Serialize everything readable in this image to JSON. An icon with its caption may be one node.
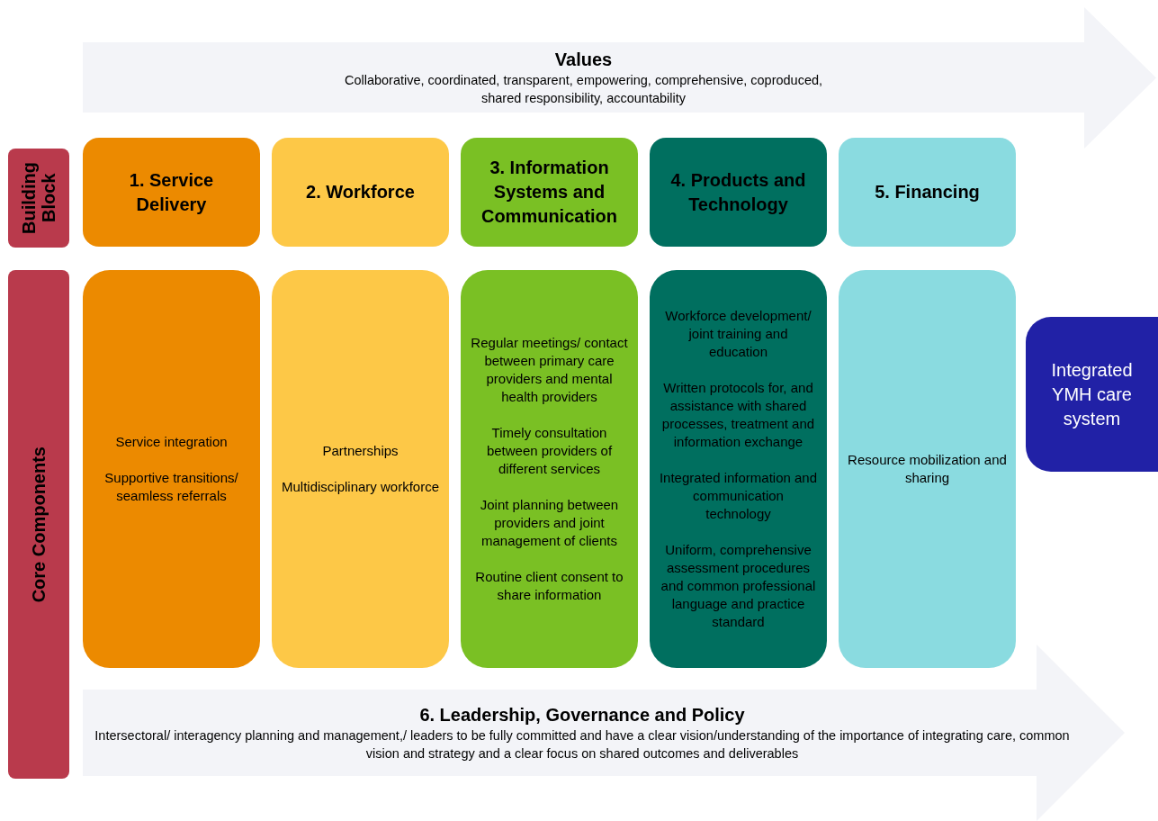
{
  "diagram": {
    "nodes": [
      {
        "text": [
          "Values",
          "Collaborative, coordinated, transparent, empowering, comprehensive, coproduced, shared responsibility, accountability"
        ]
      },
      {
        "text": [
          "Building Block"
        ]
      },
      {
        "text": [
          "Core Components"
        ]
      },
      {
        "text": [
          "1. Service Delivery"
        ]
      },
      {
        "text": [
          "2. Workforce"
        ]
      },
      {
        "text": [
          "3. Information Systems and Communication"
        ]
      },
      {
        "text": [
          "4. Products and Technology"
        ]
      },
      {
        "text": [
          "5. Financing"
        ]
      },
      {
        "text": [
          "Service integration",
          "Supportive transitions/ seamless referrals"
        ]
      },
      {
        "text": [
          "Partnerships",
          "Multidisciplinary workforce"
        ]
      },
      {
        "text": [
          "Regular meetings/ contact between primary care providers and mental health providers",
          "Timely consultation between providers of different services",
          "Joint planning between providers and joint management of clients",
          "Routine client consent to share information"
        ]
      },
      {
        "text": [
          "Workforce development/ joint training and education",
          "Written protocols for, and assistance with shared processes, treatment and information exchange",
          "Integrated information and communication technology",
          "Uniform, comprehensive assessment procedures and common professional language and practice standard"
        ]
      },
      {
        "text": [
          "Resource mobilization and sharing"
        ]
      },
      {
        "text": [
          "Integrated YMH care system"
        ]
      },
      {
        "text": [
          "6. Leadership, Governance and Policy",
          "Intersectoral/ interagency planning and management,/ leaders to be fully committed and have a clear vision/understanding of the importance of integrating care, common vision and strategy and a clear focus on shared outcomes and deliverables"
        ]
      }
    ]
  }
}
